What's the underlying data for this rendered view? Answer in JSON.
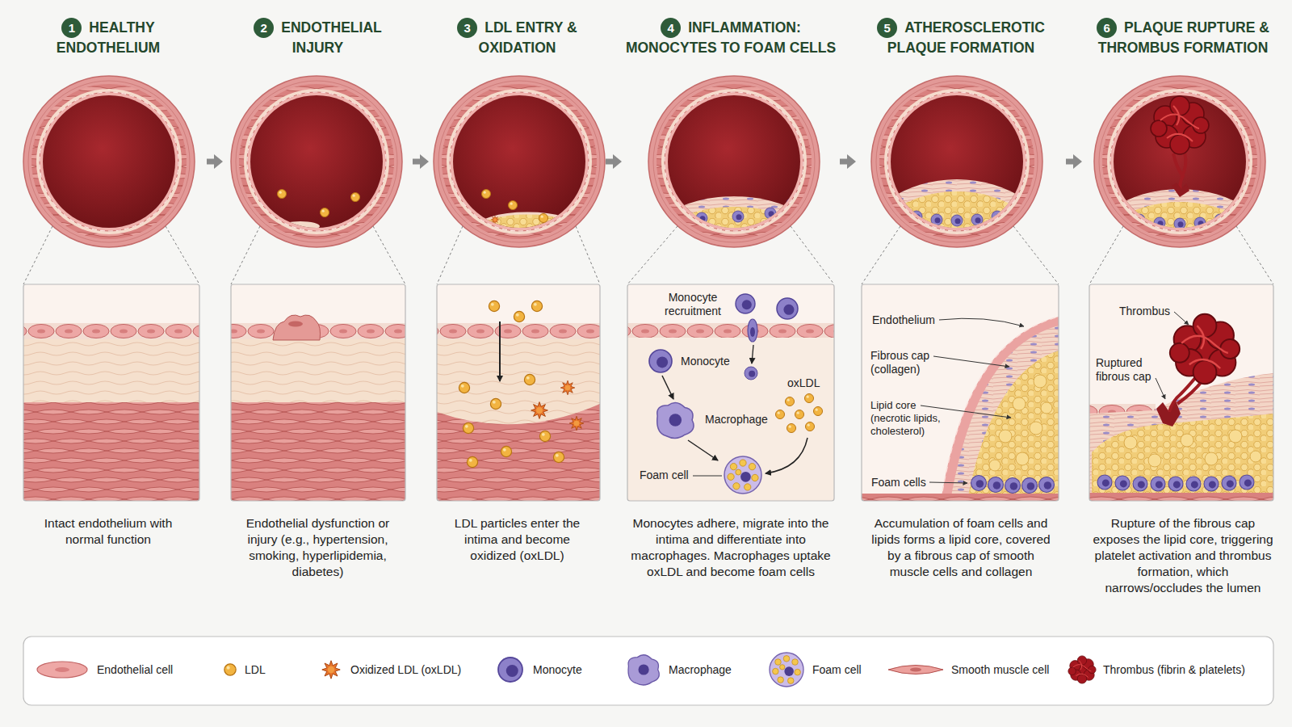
{
  "diagram": {
    "nodes": [
      {
        "text": [
          "1",
          "HEALTHY ENDOTHELIUM",
          "Intact endothelium with normal function"
        ]
      },
      {
        "text": [
          "2",
          "ENDOTHELIAL INJURY",
          "Endothelial dysfunction or injury (e.g., hypertension, smoking, hyperlipidemia, diabetes)"
        ]
      },
      {
        "text": [
          "3",
          "LDL ENTRY & OXIDATION",
          "LDL particles enter the intima and become oxidized (oxLDL)"
        ]
      },
      {
        "text": [
          "4",
          "INFLAMMATION: MONOCYTES TO FOAM CELLS",
          "Monocytes adhere, migrate into the intima and differentiate into macrophages. Macrophages uptake oxLDL and become foam cells"
        ]
      },
      {
        "text": [
          "5",
          "ATHEROSCLEROTIC PLAQUE FORMATION",
          "Accumulation of foam cells and lipids forms a lipid core, covered by a fibrous cap of smooth muscle cells and collagen"
        ]
      },
      {
        "text": [
          "6",
          "PLAQUE RUPTURE & THROMBUS FORMATION",
          "Rupture of the fibrous cap exposes the lipid core, triggering platelet activation and thrombus formation, which narrows/occludes the lumen"
        ]
      }
    ],
    "edges": [
      {
        "from": 0,
        "to": 1,
        "arrow": "to"
      },
      {
        "from": 1,
        "to": 2,
        "arrow": "to"
      },
      {
        "from": 2,
        "to": 3,
        "arrow": "to"
      },
      {
        "from": 3,
        "to": 4,
        "arrow": "to"
      },
      {
        "from": 4,
        "to": 5,
        "arrow": "to"
      }
    ],
    "labels": [
      "Monocyte recruitment",
      "Monocyte",
      "Macrophage",
      "oxLDL",
      "Foam cell",
      "Endothelium",
      "Fibrous cap (collagen)",
      "Lipid core (necrotic lipids, cholesterol)",
      "Foam cells",
      "Thrombus",
      "Ruptured fibrous cap"
    ],
    "legend": [
      {
        "text": "Endothelial cell"
      },
      {
        "text": "LDL"
      },
      {
        "text": "Oxidized LDL (oxLDL)"
      },
      {
        "text": "Monocyte"
      },
      {
        "text": "Macrophage"
      },
      {
        "text": "Foam cell"
      },
      {
        "text": "Smooth muscle cell"
      },
      {
        "text": "Thrombus (fibrin & platelets)"
      }
    ]
  }
}
